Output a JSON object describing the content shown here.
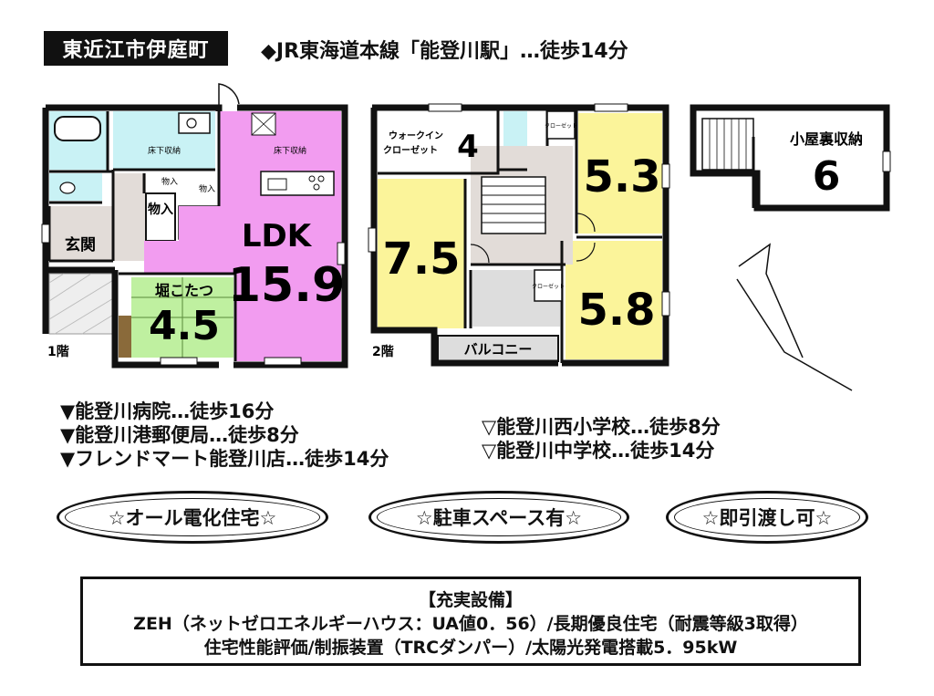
{
  "header": {
    "location": "東近江市伊庭町",
    "station": "◆JR東海道本線「能登川駅」…徒歩14分"
  },
  "floor1": {
    "label": "1階",
    "rooms": {
      "ldk_name": "LDK",
      "ldk_size": "15.9",
      "washitsu_name": "堀こたつ",
      "washitsu_size": "4.5",
      "genkan": "玄関",
      "monoire": "物入",
      "monoire_small_1": "物入",
      "monoire_small_2": "物入",
      "underfloor_storage_1": "床下収納",
      "underfloor_storage_2": "床下収納"
    }
  },
  "floor2": {
    "label": "2階",
    "rooms": {
      "walkin_closet_name_1": "ウォークイン",
      "walkin_closet_name_2": "クローゼット",
      "walkin_closet_size": "4",
      "room_a_size": "7.5",
      "room_b_size": "5.3",
      "room_c_size": "5.8",
      "closet_1": "クローゼット",
      "closet_2": "クローゼット",
      "balcony": "バルコニー"
    }
  },
  "attic": {
    "name": "小屋裏収納",
    "size": "6"
  },
  "nearby_left": [
    "▼能登川病院…徒歩16分",
    "▼能登川港郵便局…徒歩8分",
    "▼フレンドマート能登川店…徒歩14分"
  ],
  "nearby_right": [
    "▽能登川西小学校…徒歩8分",
    "▽能登川中学校…徒歩14分"
  ],
  "features": [
    "☆オール電化住宅☆",
    "☆駐車スペース有☆",
    "☆即引渡し可☆"
  ],
  "equipment": {
    "title": "【充実設備】",
    "line1": "ZEH（ネットゼロエネルギーハウス：UA値0．56）/長期優良住宅（耐震等級3取得）",
    "line2": "住宅性能評価/制振装置（TRCダンパー）/太陽光発電搭載5．95kW"
  },
  "colors": {
    "ldk": "#f29cf0",
    "washitsu": "#bff0a0",
    "bedroom": "#fbf49a",
    "wet_area": "#c9f2f5",
    "hall": "#e2dcd8",
    "wall": "#111111"
  }
}
